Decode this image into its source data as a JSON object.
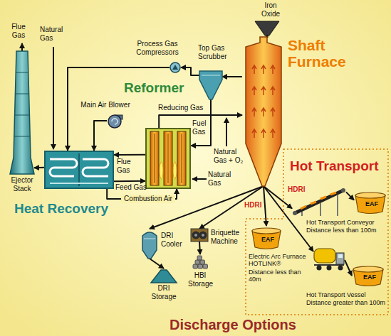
{
  "diagram": {
    "nodes": [
      {
        "text": [
          "Ejector Stack"
        ]
      },
      {
        "text": [
          "Heat Recovery"
        ]
      },
      {
        "text": [
          "Main Air Blower"
        ]
      },
      {
        "text": [
          "Reformer"
        ]
      },
      {
        "text": [
          "Process Gas Compressors"
        ]
      },
      {
        "text": [
          "Top Gas Scrubber"
        ]
      },
      {
        "text": [
          "Shaft Furnace"
        ]
      },
      {
        "text": [
          "DRI Cooler"
        ]
      },
      {
        "text": [
          "DRI Storage"
        ]
      },
      {
        "text": [
          "Briquette Machine"
        ]
      },
      {
        "text": [
          "HBI Storage"
        ]
      },
      {
        "text": [
          "Hot Transport"
        ]
      },
      {
        "text": [
          "EAF",
          "Electric Arc Furnace HOTLINK®",
          "Distance less than 40m"
        ],
        "in": 11
      },
      {
        "text": [
          "Hot Transport Conveyor",
          "Distance less than 100m"
        ],
        "in": 11
      },
      {
        "text": [
          "EAF"
        ],
        "in": 11
      },
      {
        "text": [
          "Hot Transport Vessel",
          "Distance greater than 100m"
        ],
        "in": 11
      },
      {
        "text": [
          "EAF"
        ],
        "in": 11
      }
    ],
    "edges": [
      {
        "from": 6,
        "to": 5,
        "arrow": "to"
      },
      {
        "from": 5,
        "to": 4,
        "arrow": "to"
      },
      {
        "from": 4,
        "to": 1,
        "arrow": "to"
      },
      {
        "from": 1,
        "to": 3,
        "label": "Feed Gas",
        "arrow": "to"
      },
      {
        "from": 3,
        "to": 6,
        "label": "Reducing Gas",
        "arrow": "to"
      },
      {
        "from": 5,
        "to": 3,
        "label": "Fuel Gas",
        "arrow": "to"
      },
      {
        "from": 2,
        "to": 1,
        "arrow": "to"
      },
      {
        "from": 1,
        "to": 3,
        "label": "Combustion Air",
        "arrow": "to"
      },
      {
        "from": 3,
        "to": 1,
        "label": "Flue Gas",
        "arrow": "to"
      },
      {
        "from": 1,
        "to": 0,
        "arrow": "to"
      },
      {
        "from": 6,
        "to": 7,
        "arrow": "to"
      },
      {
        "from": 7,
        "to": 8,
        "arrow": "to"
      },
      {
        "from": 6,
        "to": 9,
        "arrow": "to"
      },
      {
        "from": 9,
        "to": 10,
        "arrow": "to"
      },
      {
        "from": 6,
        "to": 12,
        "label": "HDRI",
        "arrow": "to"
      },
      {
        "from": 6,
        "to": 13,
        "label": "HDRI",
        "arrow": "to"
      },
      {
        "from": 13,
        "to": 14,
        "arrow": "to"
      },
      {
        "from": 6,
        "to": 15,
        "arrow": "to"
      },
      {
        "from": 15,
        "to": 16,
        "arrow": "to"
      }
    ],
    "labels": [
      "Flue Gas",
      "Natural Gas",
      "Iron Oxide",
      "Natural Gas + O₂",
      "Natural Gas",
      "Discharge Options"
    ]
  }
}
